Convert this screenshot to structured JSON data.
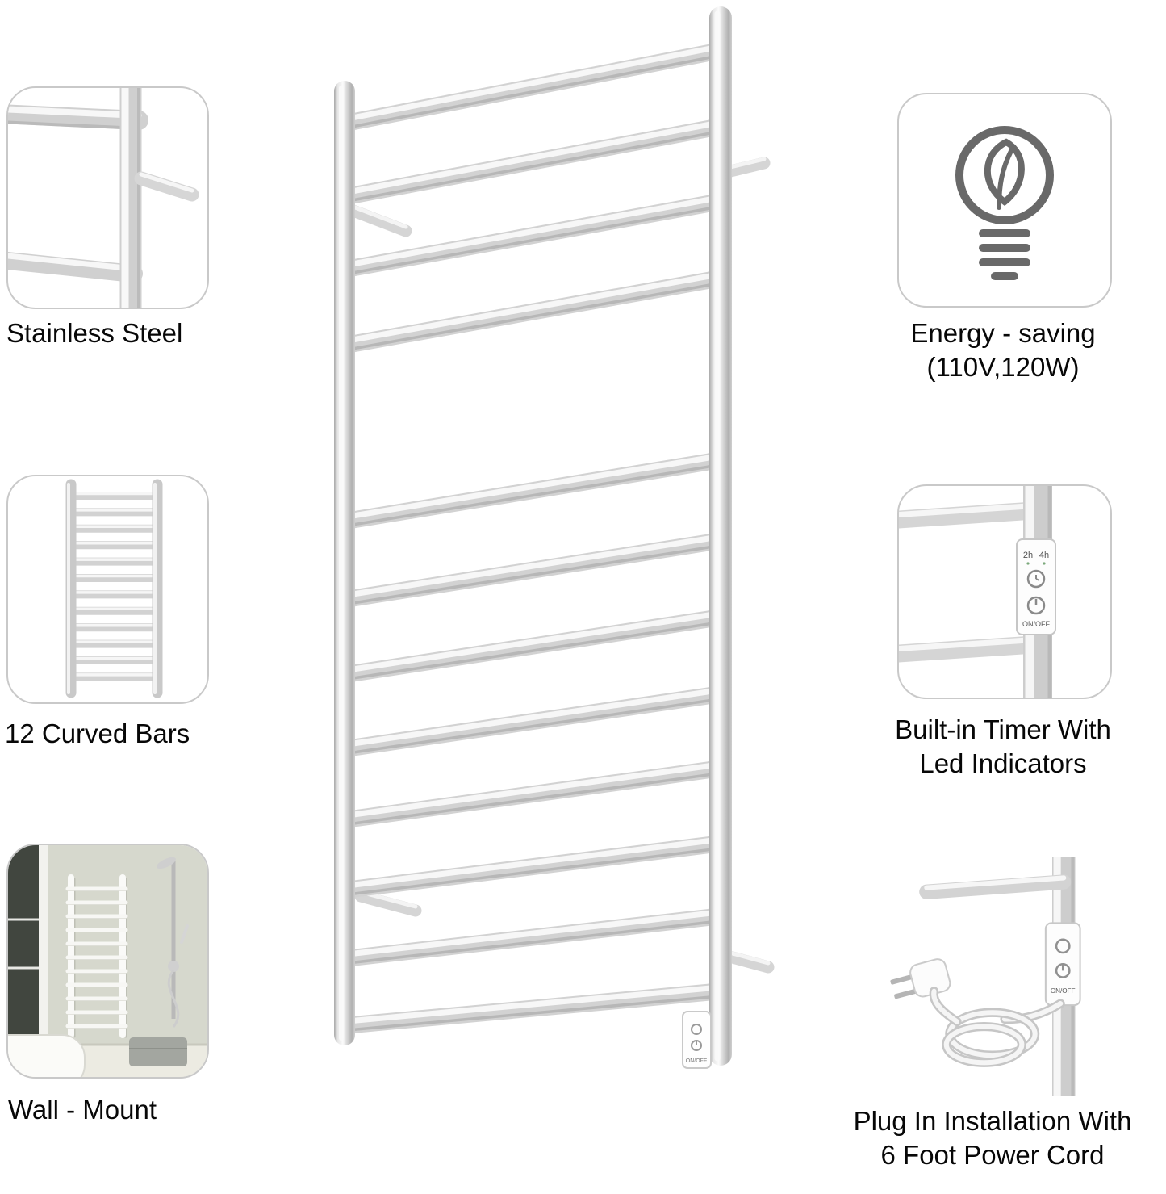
{
  "features": {
    "left": [
      {
        "id": "stainless-steel",
        "label": "Stainless Steel"
      },
      {
        "id": "curved-bars",
        "label": "12 Curved Bars"
      },
      {
        "id": "wall-mount",
        "label": "Wall - Mount"
      }
    ],
    "right": [
      {
        "id": "energy-saving",
        "line1": "Energy - saving",
        "line2": "(110V,120W)"
      },
      {
        "id": "built-in-timer",
        "line1": "Built-in Timer With",
        "line2": "Led Indicators"
      },
      {
        "id": "plug-in",
        "line1": "Plug In Installation With",
        "line2": "6 Foot Power Cord"
      }
    ]
  },
  "control_panel": {
    "timer_2h": "2h",
    "timer_4h": "4h",
    "on_off": "ON/OFF"
  },
  "icons": {
    "energy": "bulb-leaf-icon"
  },
  "colors": {
    "metal_light": "#f7f7f7",
    "metal_mid": "#d2d2d2",
    "metal_dark": "#a9a9a9",
    "card_border": "#c9c9c9",
    "icon_gray": "#696969",
    "text": "#070707"
  }
}
